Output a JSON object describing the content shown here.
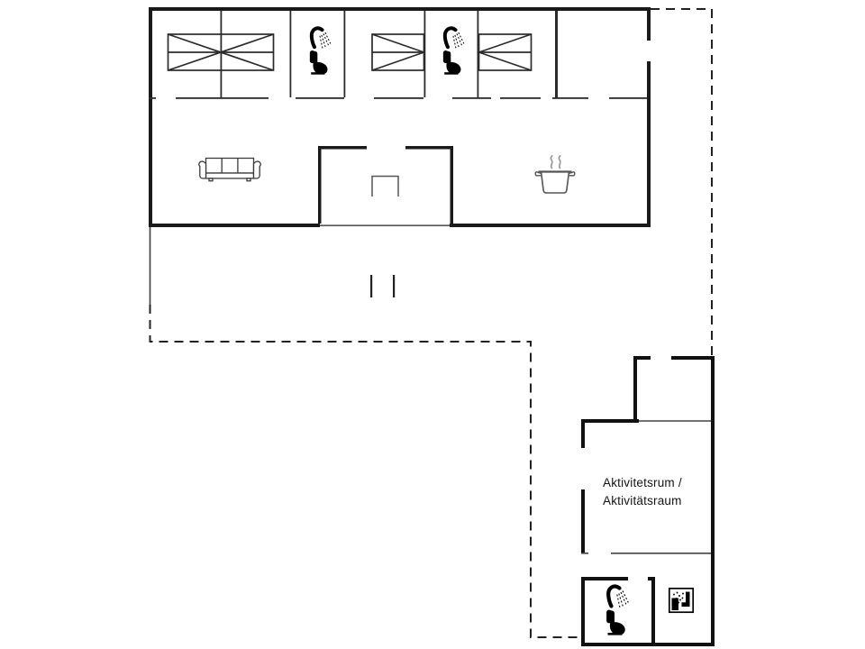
{
  "labels": {
    "activity_room_line1": "Aktivitetsrum /",
    "activity_room_line2": "Aktivitätsraum"
  },
  "colors": {
    "background": "#ffffff",
    "exterior_wall": "#1a1a1a",
    "interior_wall": "#2b2b2b",
    "thin_line": "#555555",
    "icon_black": "#000000",
    "furniture_outline": "#3a3a3a",
    "steam_gray": "#999999"
  },
  "icons": [
    "double-bed-icon",
    "single-bed-icon",
    "shower-icon",
    "toilet-icon",
    "sofa-icon",
    "cooking-pot-icon",
    "steam-icon",
    "washing-machine-icon",
    "door-swing-icon",
    "entrance-step-marks",
    "terrace-dashed-outline"
  ]
}
